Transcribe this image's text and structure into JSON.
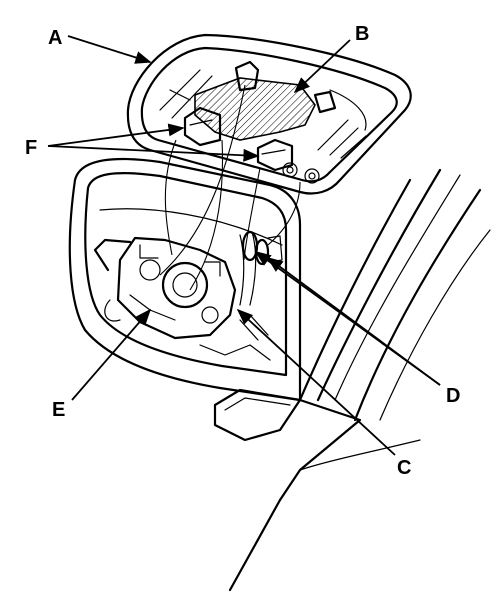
{
  "callouts": [
    {
      "id": "A",
      "text": "A"
    },
    {
      "id": "B",
      "text": "B"
    },
    {
      "id": "C",
      "text": "C"
    },
    {
      "id": "D",
      "text": "D"
    },
    {
      "id": "E",
      "text": "E"
    },
    {
      "id": "F",
      "text": "F"
    }
  ]
}
